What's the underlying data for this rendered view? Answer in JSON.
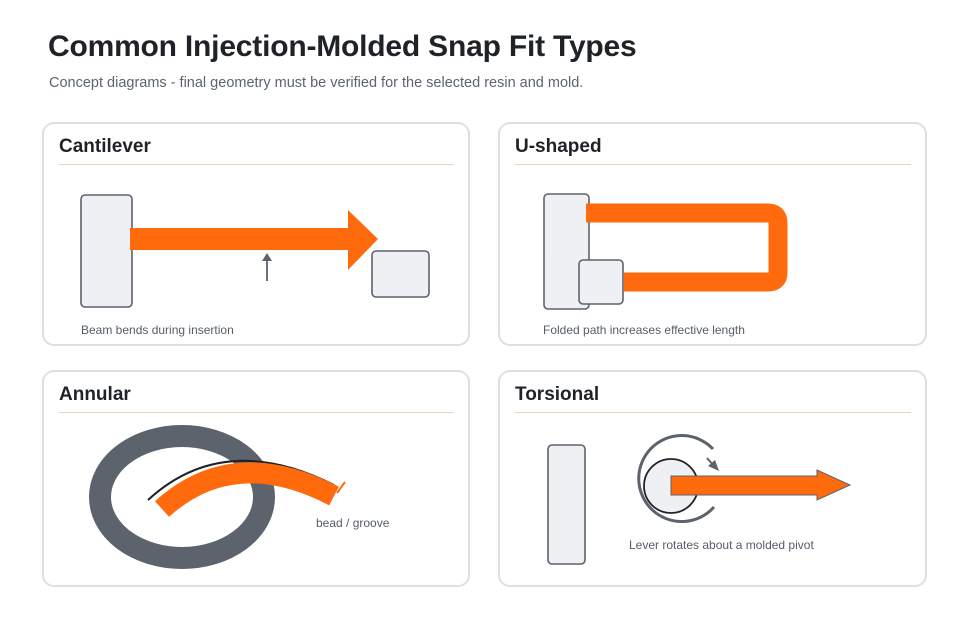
{
  "page": {
    "title": "Common Injection-Molded Snap Fit Types",
    "subtitle": "Concept diagrams - final geometry must be verified for the selected resin and mold."
  },
  "cards": [
    {
      "title": "Cantilever",
      "caption": "Beam bends during insertion"
    },
    {
      "title": "U-shaped",
      "caption": "Folded path increases effective length"
    },
    {
      "title": "Annular",
      "caption": "bead / groove"
    },
    {
      "title": "Torsional",
      "caption": "Lever rotates about a molded pivot"
    }
  ],
  "colors": {
    "accent_orange": "#ff6a0d",
    "part_fill": "#eef0f3",
    "part_stroke": "#5c636c",
    "ring_gray": "#5c636c",
    "card_border": "#dcdfe3",
    "title_rule": "#f6cfb7"
  }
}
